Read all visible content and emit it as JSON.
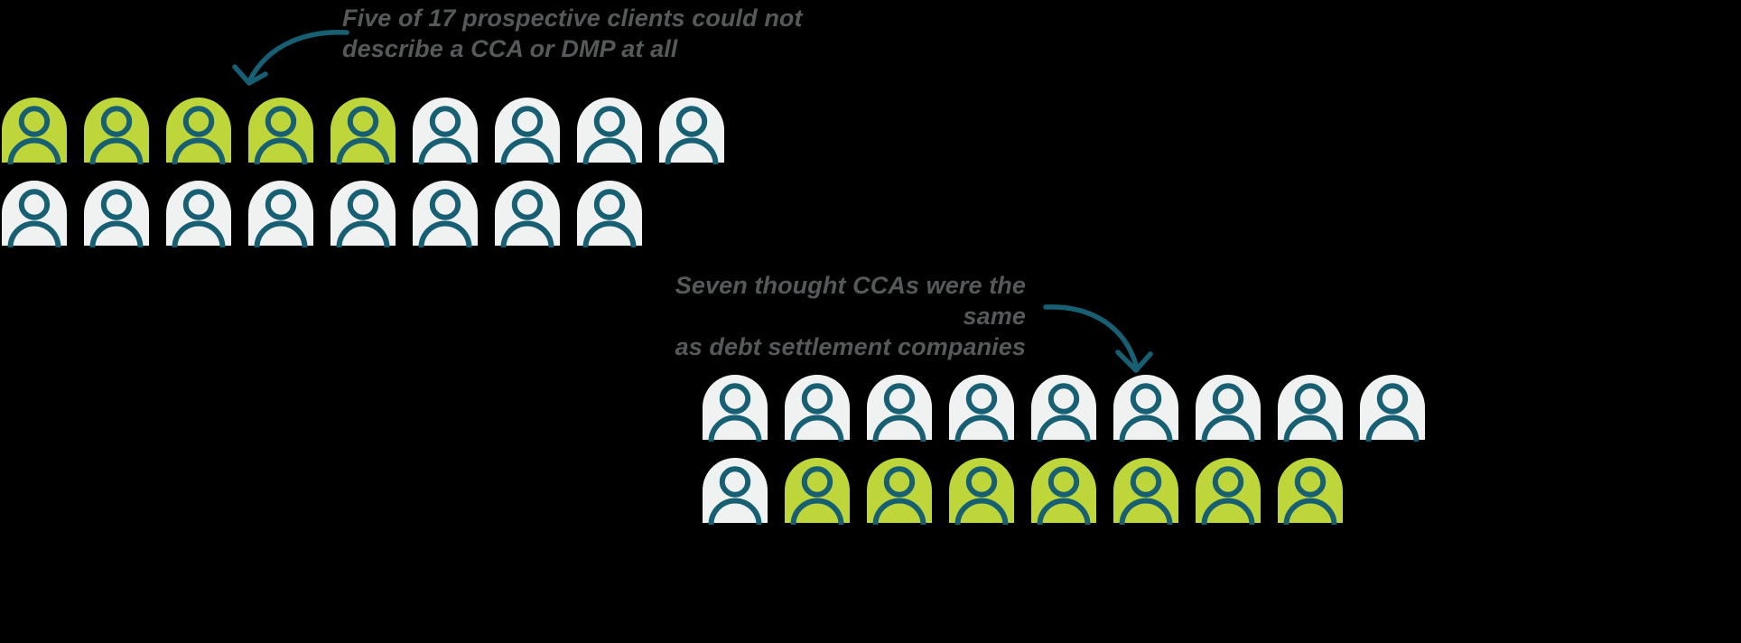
{
  "chart_data": {
    "type": "pictogram",
    "title": "",
    "subtitle": "",
    "unit_label": "prospective client",
    "total_per_group": 17,
    "colors": {
      "background": "#000000",
      "highlight": "#bed63a",
      "neutral": "#f0f2f2",
      "outline": "#175f73",
      "annotation_text": "#55595a",
      "arrow": "#175f73"
    },
    "groups": [
      {
        "id": "group-cannot-describe",
        "annotation": "Five of 17 prospective clients could not\ndescribe a CCA or DMP at all",
        "highlighted": 5,
        "total": 17,
        "rows": [
          {
            "icons": [
              "highlight",
              "highlight",
              "highlight",
              "highlight",
              "highlight",
              "neutral",
              "neutral",
              "neutral",
              "neutral"
            ]
          },
          {
            "icons": [
              "neutral",
              "neutral",
              "neutral",
              "neutral",
              "neutral",
              "neutral",
              "neutral",
              "neutral"
            ]
          }
        ]
      },
      {
        "id": "group-same-as-debt-settlement",
        "annotation": "Seven thought CCAs were the same\nas debt settlement companies",
        "highlighted": 7,
        "total": 17,
        "rows": [
          {
            "icons": [
              "neutral",
              "neutral",
              "neutral",
              "neutral",
              "neutral",
              "neutral",
              "neutral",
              "neutral",
              "neutral"
            ]
          },
          {
            "icons": [
              "neutral",
              "highlight",
              "highlight",
              "highlight",
              "highlight",
              "highlight",
              "highlight",
              "highlight"
            ]
          }
        ]
      }
    ]
  },
  "annotations": {
    "first": "Five of 17 prospective clients could not\ndescribe a CCA or DMP at all",
    "second": "Seven thought CCAs were the same\nas debt settlement companies"
  },
  "icons": {
    "person": "person-icon",
    "arrow_first": "curved-arrow-down-left-icon",
    "arrow_second": "curved-arrow-down-right-icon"
  }
}
